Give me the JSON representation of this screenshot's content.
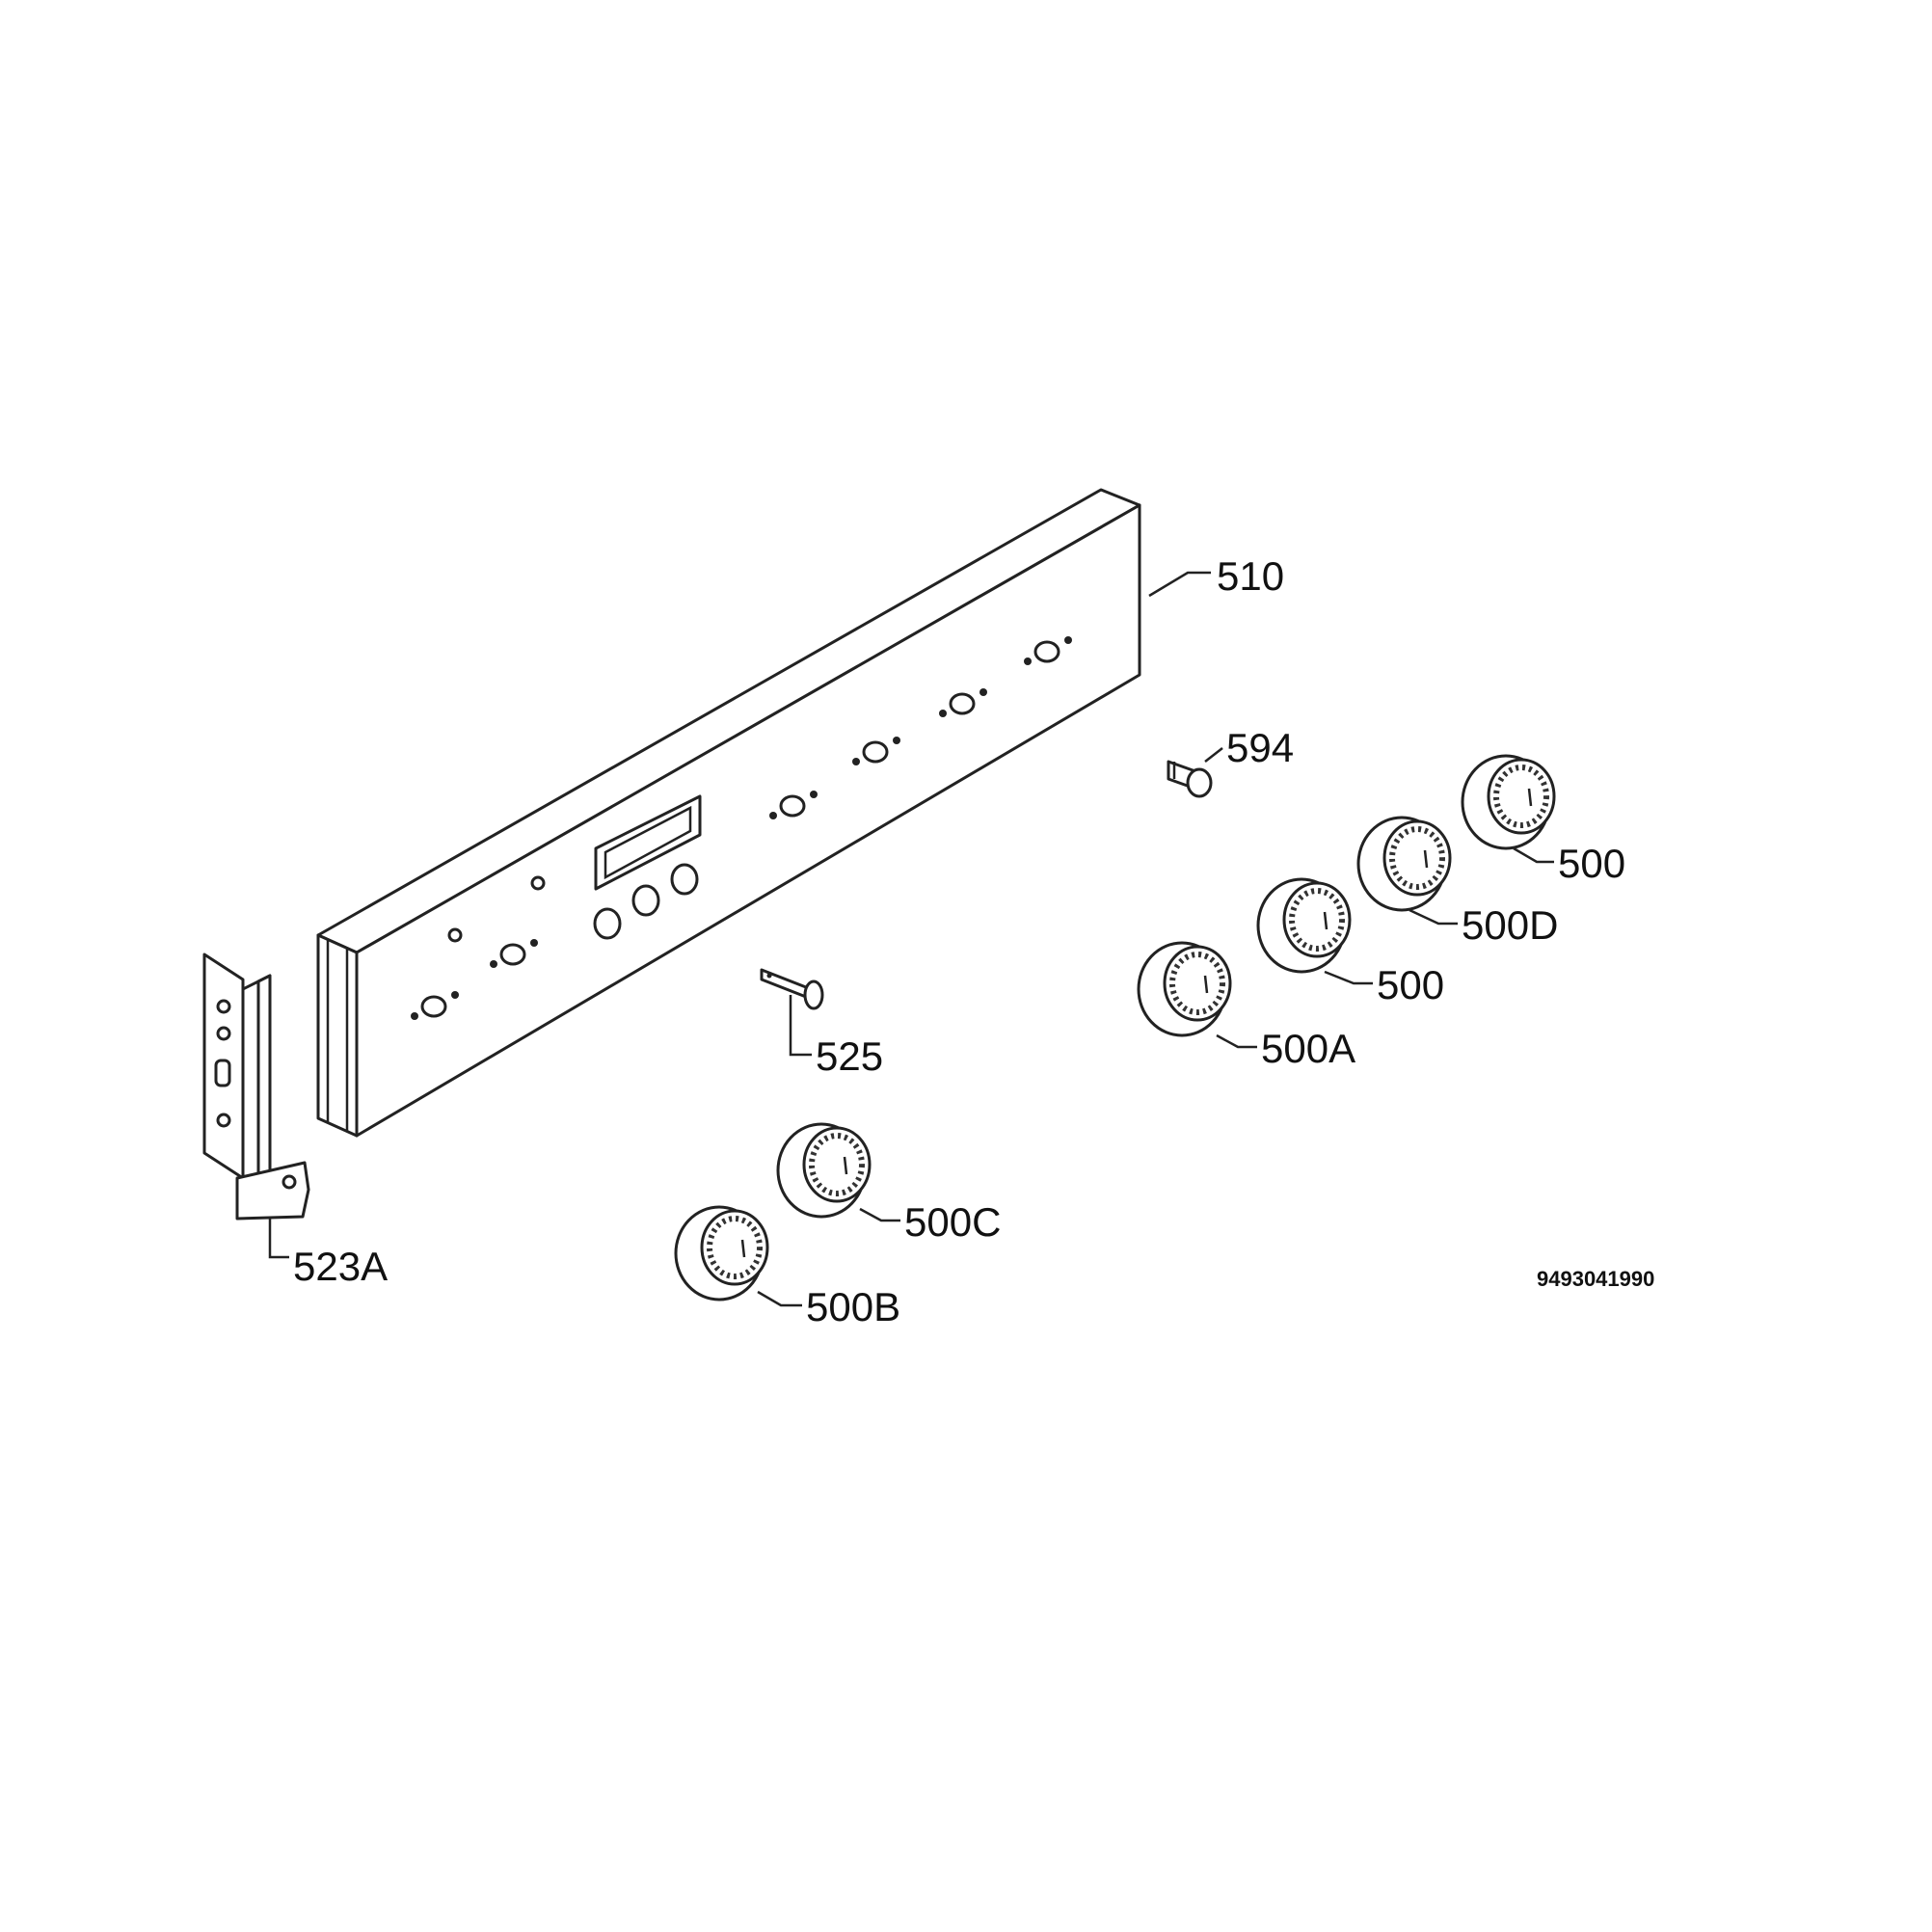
{
  "parts": {
    "control_panel": "510",
    "pin": "594",
    "knob_right_top": "500",
    "knob_d": "500D",
    "knob_middle": "500",
    "knob_a": "500A",
    "stud": "525",
    "knob_c": "500C",
    "knob_b": "500B",
    "bracket": "523A"
  },
  "document_number": "9493041990"
}
